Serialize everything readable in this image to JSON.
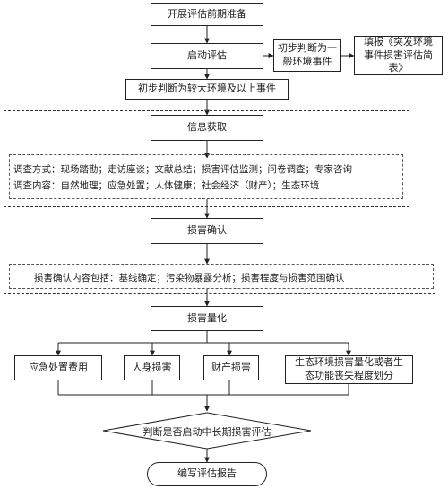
{
  "flow": {
    "start": "开展评估前期准备",
    "launch": "启动评估",
    "judge_general": "初步判断为一般环境事件",
    "fill_report": "填报《突发环境事件损害评估简表》",
    "judge_major": "初步判断为较大环境及以上事件",
    "info_gather": "信息获取",
    "survey_methods": "调查方式：现场踏勘；走访座谈；文献总结；损害评估监测；问卷调查；专家咨询",
    "survey_content": "调查内容：自然地理；应急处置；人体健康；社会经济（财产）；生态环境",
    "damage_confirm": "损害确认",
    "confirm_content": "损害确认内容包括：基线确定；污染物暴露分析；损害程度与损害范围确认",
    "quantify": "损害量化",
    "cat_emergency": "应急处置费用",
    "cat_personal": "人身损害",
    "cat_property": "财产损害",
    "cat_ecology": "生态环境损害量化或者生态功能丧失程度划分",
    "decision": "判断是否启动中长期损害评估",
    "end": "编写评估报告"
  }
}
